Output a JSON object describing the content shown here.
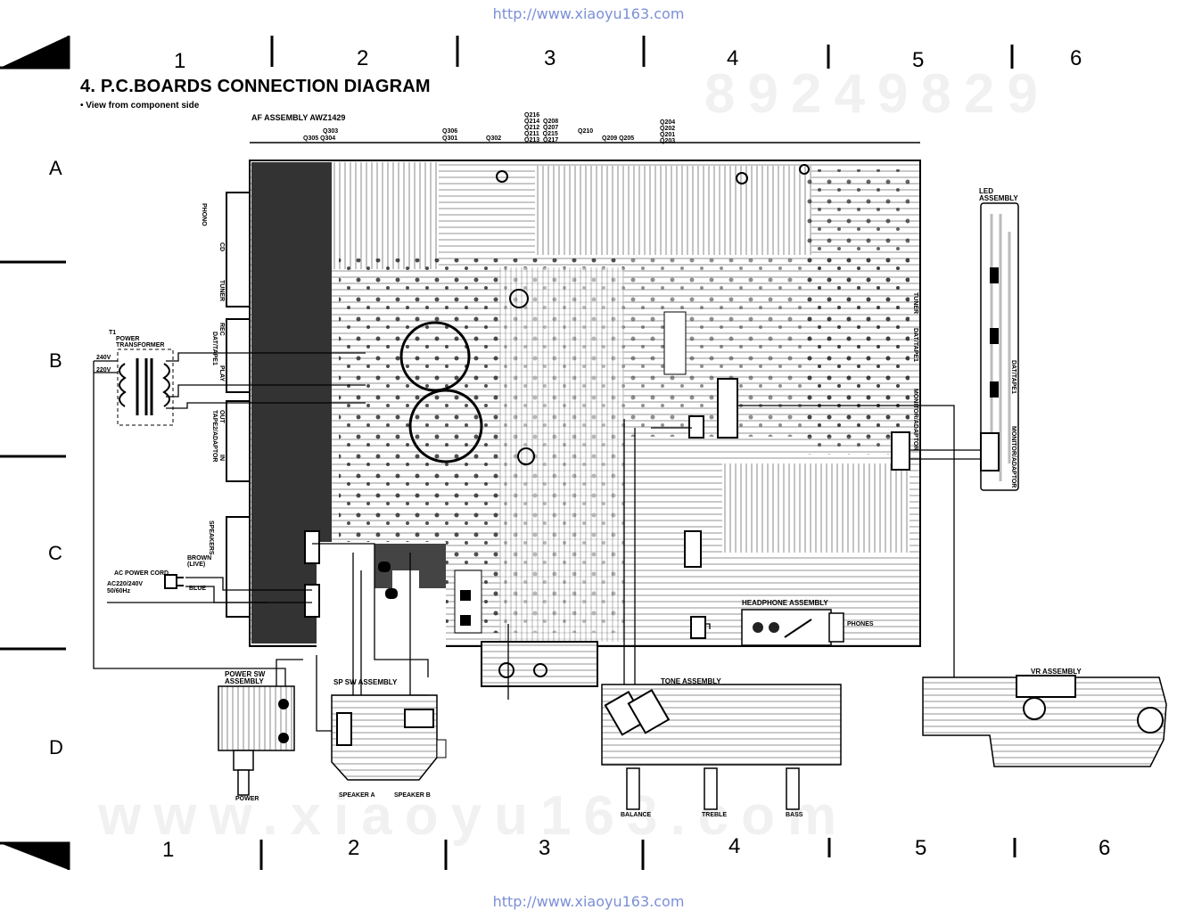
{
  "watermark_url": "http://www.xiaoyu163.com",
  "watermark_big": "www.xiaoyu163.com",
  "watermark_phone": "89249829",
  "title": "4. P.C.BOARDS CONNECTION DIAGRAM",
  "subtitle": "• View from component side",
  "columns": [
    "1",
    "2",
    "3",
    "4",
    "5",
    "6"
  ],
  "rows": [
    "A",
    "B",
    "C",
    "D"
  ],
  "af_assembly": "AF ASSEMBLY  AWZ1429",
  "transistors": {
    "g1a": "Q303",
    "g1b": "Q305  Q304",
    "g2a": "Q306",
    "g2b": "Q301",
    "g3": "Q302",
    "g4": "Q216\nQ214  Q208\nQ212  Q207\nQ211  Q215\nQ213  Q217",
    "g5": "Q210",
    "g6": "Q209  Q205",
    "g7": "Q204\nQ202\nQ201\nQ203"
  },
  "jack_labels": [
    "PHONO",
    "CD",
    "TUNER",
    "REC",
    "PLAY",
    "OUT",
    "IN"
  ],
  "jack_group_labels": [
    "DAT/TAPE1",
    "TAPE2/ADAPTOR"
  ],
  "speakers_label": "SPEAKERS",
  "transformer": {
    "ref": "T1",
    "name": "POWER\nTRANSFORMER",
    "v1": "240V",
    "v2": "220V"
  },
  "ac_cord": {
    "name": "AC POWER CORD",
    "spec": "AC220/240V\n50/60Hz",
    "wire1": "BROWN\n(LIVE)",
    "wire2": "BLUE"
  },
  "led_assembly": "LED\nASSEMBLY",
  "headphone_assembly": "HEADPHONE ASSEMBLY",
  "phones": "PHONES",
  "power_sw_assembly": "POWER SW\nASSEMBLY",
  "power": "POWER",
  "sp_sw_assembly": "SP SW ASSEMBLY",
  "speaker_a": "SPEAKER A",
  "speaker_b": "SPEAKER B",
  "tone_assembly": "TONE ASSEMBLY",
  "balance": "BALANCE",
  "treble": "TREBLE",
  "bass": "BASS",
  "vr_assembly": "VR ASSEMBLY",
  "board_labels": [
    "MONITOR/ADAPTOR",
    "DAT/TAPE1",
    "TUNER",
    "MONITOR/ADAPTOR",
    "DAT/TAPE1"
  ]
}
